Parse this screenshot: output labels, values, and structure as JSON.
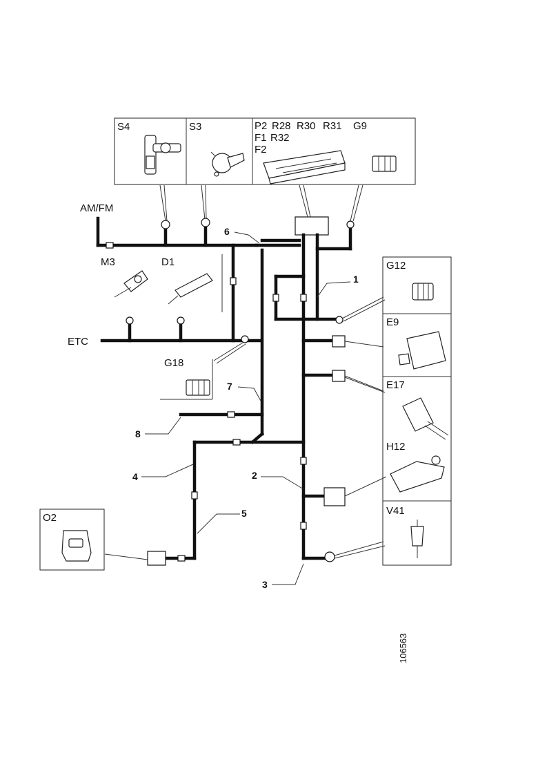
{
  "labels": {
    "s4": "S4",
    "s3": "S3",
    "p2": "P2",
    "r28": "R28",
    "r30": "R30",
    "r31": "R31",
    "g9": "G9",
    "f1": "F1",
    "r32": "R32",
    "f2": "F2",
    "am_fm": "AM/FM",
    "m3": "M3",
    "d1": "D1",
    "etc": "ETC",
    "g18": "G18",
    "g12": "G12",
    "e9": "E9",
    "e17": "E17",
    "h12": "H12",
    "v41": "V41",
    "o2": "O2"
  },
  "harness_numbers": {
    "n1": "1",
    "n2": "2",
    "n3": "3",
    "n4": "4",
    "n5": "5",
    "n6": "6",
    "n7": "7",
    "n8": "8"
  },
  "figure_id": "106563"
}
